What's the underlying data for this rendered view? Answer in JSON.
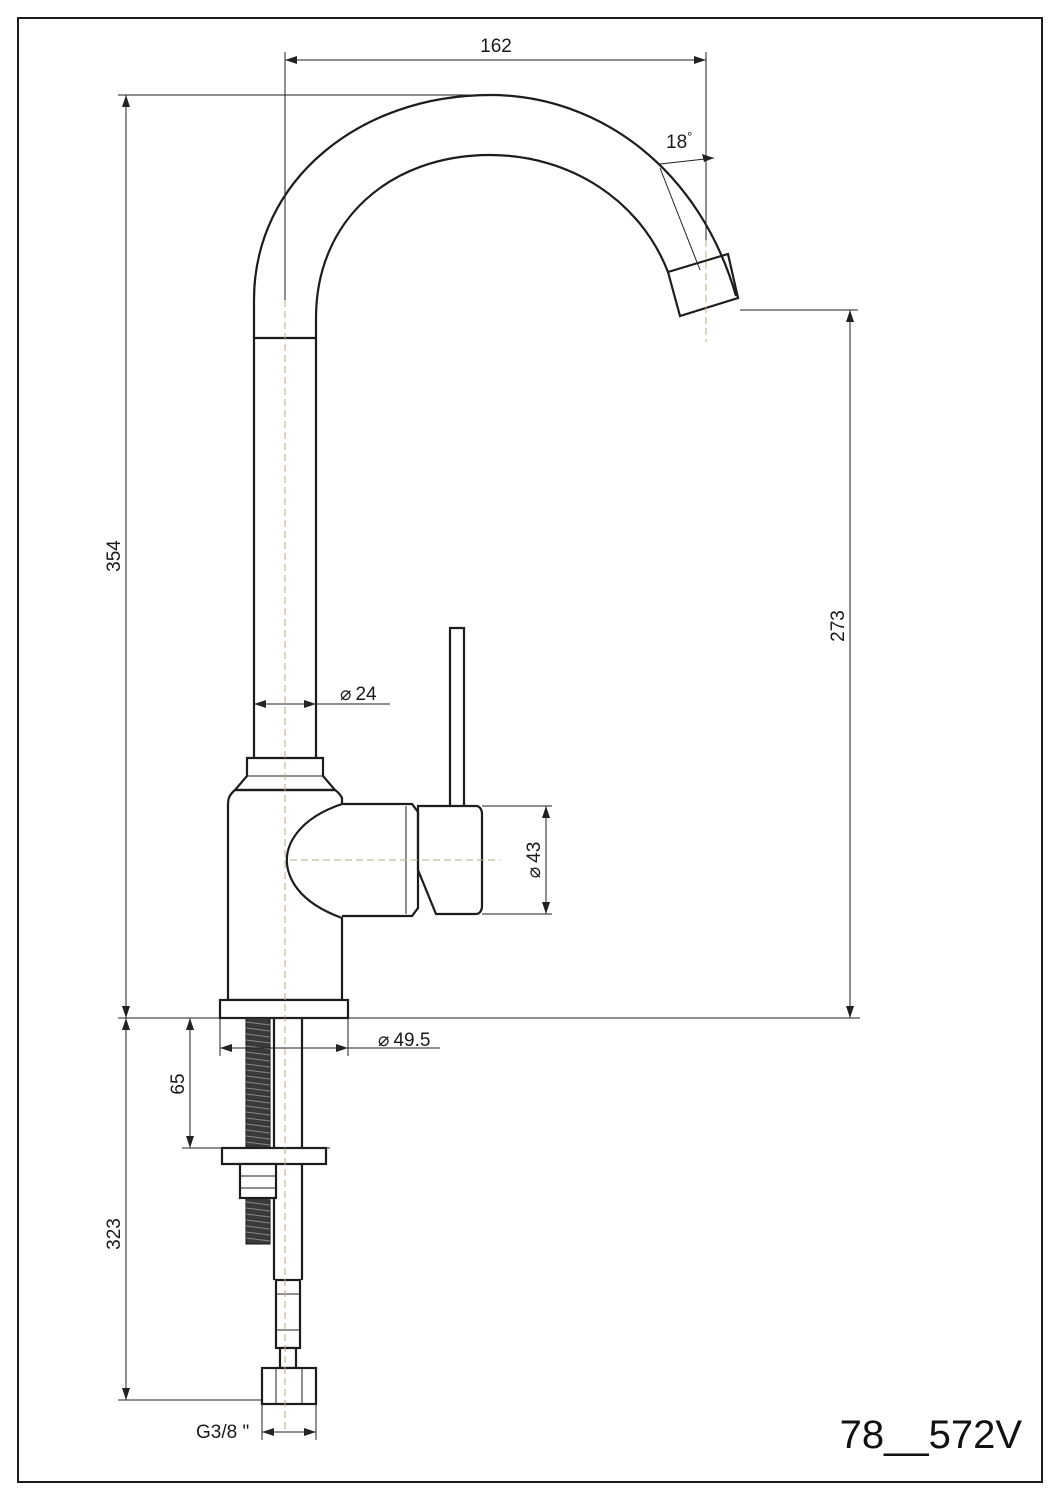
{
  "drawing": {
    "model": "78__572V",
    "dimensions": {
      "spout_reach": "162",
      "total_height": "354",
      "spout_angle": "18",
      "spout_angle_unit": "°",
      "outlet_height": "273",
      "body_diameter": "24",
      "lever_diameter": "43",
      "base_diameter": "49.5",
      "mounting_thickness": "65",
      "hose_length": "323",
      "connection_thread": "G3/8 \""
    },
    "diameter_symbol": "⌀"
  }
}
